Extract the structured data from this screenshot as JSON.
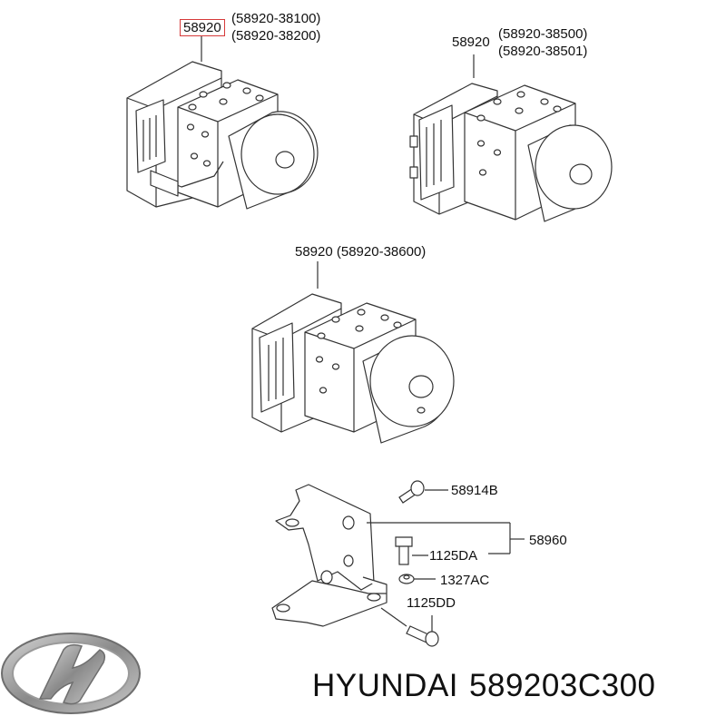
{
  "labels": {
    "unit_a_part": "58920",
    "unit_a_alt_1": "(58920-38100)",
    "unit_a_alt_2": "(58920-38200)",
    "unit_b_part": "58920",
    "unit_b_alt_1": "(58920-38500)",
    "unit_b_alt_2": "(58920-38501)",
    "unit_c_part": "58920 (58920-38600)",
    "bolt_upper": "58914B",
    "bracket": "58960",
    "bolt_mid": "1125DA",
    "nut": "1327AC",
    "bolt_lower": "1125DD"
  },
  "brand": {
    "name": "HYUNDAI",
    "part_number": "589203C300"
  },
  "colors": {
    "line": "#333333",
    "highlight_box": "#d63a3a",
    "logo": "#8c8c8c"
  }
}
